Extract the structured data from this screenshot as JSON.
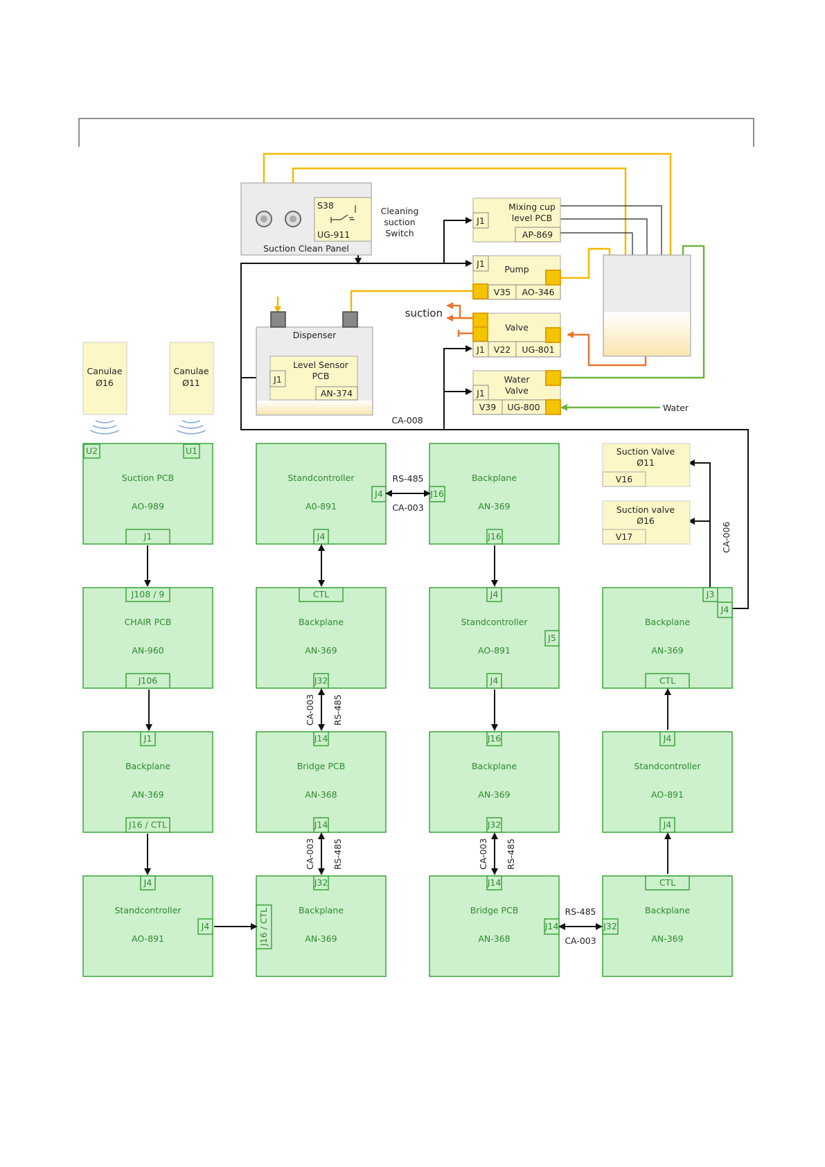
{
  "header_box": {},
  "suction_clean_panel": {
    "title": "Suction Clean Panel",
    "switch_id": "S38",
    "switch_part": "UG-911",
    "switch_caption": [
      "Cleaning",
      "suction",
      "Switch"
    ]
  },
  "dispenser": {
    "title": "Dispenser",
    "sensor": [
      "Level Sensor",
      "PCB"
    ],
    "sensor_part": "AN-374",
    "sensor_port": "J1"
  },
  "mixing_cup": {
    "title": [
      "Mixing cup",
      "level PCB"
    ],
    "part": "AP-869",
    "port": "J1"
  },
  "pump": {
    "title": "Pump",
    "id": "V35",
    "part": "AO-346",
    "port": "J1"
  },
  "valve": {
    "title": "Valve",
    "id": "V22",
    "part": "UG-801",
    "port": "J1"
  },
  "water_valve": {
    "title": [
      "Water",
      "Valve"
    ],
    "id": "V39",
    "part": "UG-800",
    "port": "J1"
  },
  "labels": {
    "suction": "suction",
    "water": "Water",
    "ca008": "CA-008",
    "ca006": "CA-006"
  },
  "canulae": [
    {
      "title": "Canulae",
      "size": "Ø16"
    },
    {
      "title": "Canulae",
      "size": "Ø11"
    }
  ],
  "suction_valves": [
    {
      "title": [
        "Suction Valve",
        "Ø11"
      ],
      "id": "V16"
    },
    {
      "title": [
        "Suction valve",
        "Ø16"
      ],
      "id": "V17"
    }
  ],
  "boards": {
    "suction_pcb": {
      "name": "Suction PCB",
      "part": "AO-989"
    },
    "stand_top": {
      "name": "Standcontroller",
      "part": "A0-891"
    },
    "back_top": {
      "name": "Backplane",
      "part": "AN-369"
    },
    "chair_pcb": {
      "name": "CHAIR PCB",
      "part": "AN-960"
    },
    "back_c2r2": {
      "name": "Backplane",
      "part": "AN-369"
    },
    "stand_c3r2": {
      "name": "Standcontroller",
      "part": "AO-891"
    },
    "back_c4r2": {
      "name": "Backplane",
      "part": "AN-369"
    },
    "back_c1r3": {
      "name": "Backplane",
      "part": "AN-369"
    },
    "bridge_c2r3": {
      "name": "Bridge PCB",
      "part": "AN-368"
    },
    "back_c3r3": {
      "name": "Backplane",
      "part": "AN-369"
    },
    "stand_c4r3": {
      "name": "Standcontroller",
      "part": "AO-891"
    },
    "stand_c1r4": {
      "name": "Standcontroller",
      "part": "AO-891"
    },
    "back_c2r4": {
      "name": "Backplane",
      "part": "AN-369"
    },
    "bridge_c3r4": {
      "name": "Bridge PCB",
      "part": "AN-368"
    },
    "back_c4r4": {
      "name": "Backplane",
      "part": "AN-369"
    }
  },
  "ports": {
    "u2": "U2",
    "u1": "U1",
    "j1_suction": "J1",
    "j4_stand_top": "J4",
    "j4_stand_top_b": "J4",
    "j16_back_top": "J16",
    "j16_back_top_b": "J16",
    "j108": "J108 / 9",
    "j106": "J106",
    "ctl_c2r2": "CTL",
    "j32_c2r2": "J32",
    "j4_c3r2": "J4",
    "j5_c3r2": "J5",
    "j4b_c3r2": "J4",
    "j3_c4r2": "J3",
    "j4_c4r2": "J4",
    "ctl_c4r2": "CTL",
    "j1_c1r3": "J1",
    "j16ctl_c1r3": "J16 / CTL",
    "j14_c2r3": "J14",
    "j14b_c2r3": "J14",
    "j16_c3r3": "J16",
    "j32_c3r3": "J32",
    "j4_c4r3": "J4",
    "j4b_c4r3": "J4",
    "j4_c1r4": "J4",
    "j4b_c1r4": "J4",
    "j16ctl_c2r4": "J16 / CTL",
    "j32_c2r4": "J32",
    "j14_c3r4": "J14",
    "j14b_c3r4": "J14",
    "ctl_c4r4": "CTL",
    "j32_c4r4": "J32"
  },
  "links": {
    "rs485_top": "RS-485",
    "ca003_top": "CA-003",
    "ca003_v1": "CA-003",
    "rs485_v1": "RS-485",
    "ca003_v2": "CA-003",
    "rs485_v2": "RS-485",
    "ca003_v3": "CA-003",
    "rs485_v3": "RS-485",
    "rs485_bottom": "RS-485",
    "ca003_bottom": "CA-003"
  },
  "colors": {
    "green_fill": "#cdf0cd",
    "green_stroke": "#3aa63a",
    "yellow_fill": "#fdf7c8",
    "yellow_stroke": "#b8b8a0",
    "fluid_yellow": "#f5b800",
    "orange": "#e8762d",
    "water_green": "#6db33f"
  }
}
